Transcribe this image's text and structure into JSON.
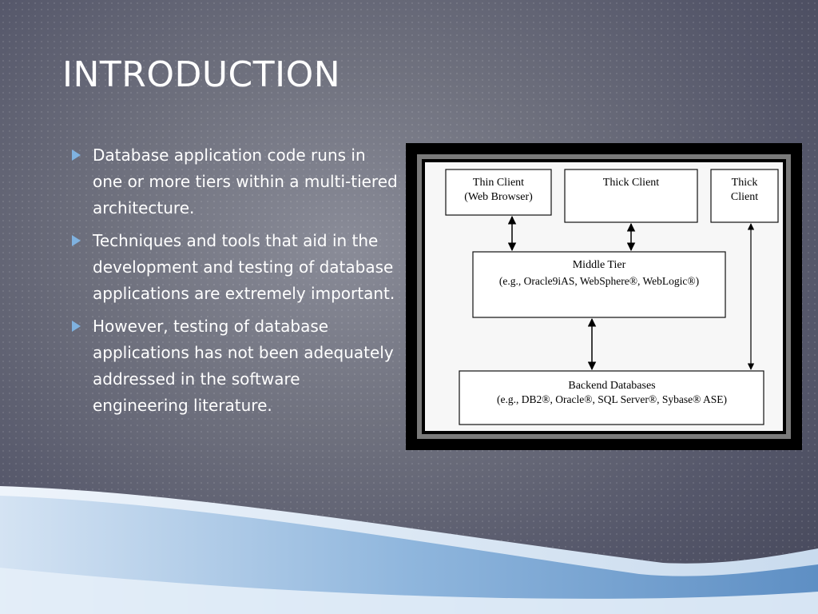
{
  "slide": {
    "title": "INTRODUCTION",
    "bullets": [
      "Database application code runs in one or more tiers within a multi-tiered architecture.",
      "Techniques and tools that aid in the development and testing of database applications are extremely important.",
      "However, testing of database applications has not been adequately addressed in the software engineering literature."
    ]
  },
  "diagram": {
    "nodes": {
      "thin_client": {
        "line1": "Thin Client",
        "line2": "(Web Browser)"
      },
      "thick_client_center": {
        "line1": "Thick Client"
      },
      "thick_client_right": {
        "line1": "Thick",
        "line2": "Client"
      },
      "middle_tier": {
        "line1": "Middle Tier",
        "line2": "(e.g., Oracle9iAS,  WebSphere®, WebLogic®)"
      },
      "backend_db": {
        "line1": "Backend Databases",
        "line2": "(e.g., DB2®,  Oracle®, SQL Server®, Sybase® ASE)"
      }
    },
    "edges": [
      {
        "from": "thin_client",
        "to": "middle_tier",
        "style": "double-arrow"
      },
      {
        "from": "thick_client_center",
        "to": "middle_tier",
        "style": "double-arrow"
      },
      {
        "from": "middle_tier",
        "to": "backend_db",
        "style": "double-arrow"
      },
      {
        "from": "thick_client_right",
        "to": "backend_db",
        "style": "double-arrow"
      }
    ]
  },
  "colors": {
    "title": "#ffffff",
    "bullet_marker": "#7fb2e0",
    "ribbon_light": "#dfeaf6",
    "ribbon_blue": "#8fb6dd"
  }
}
